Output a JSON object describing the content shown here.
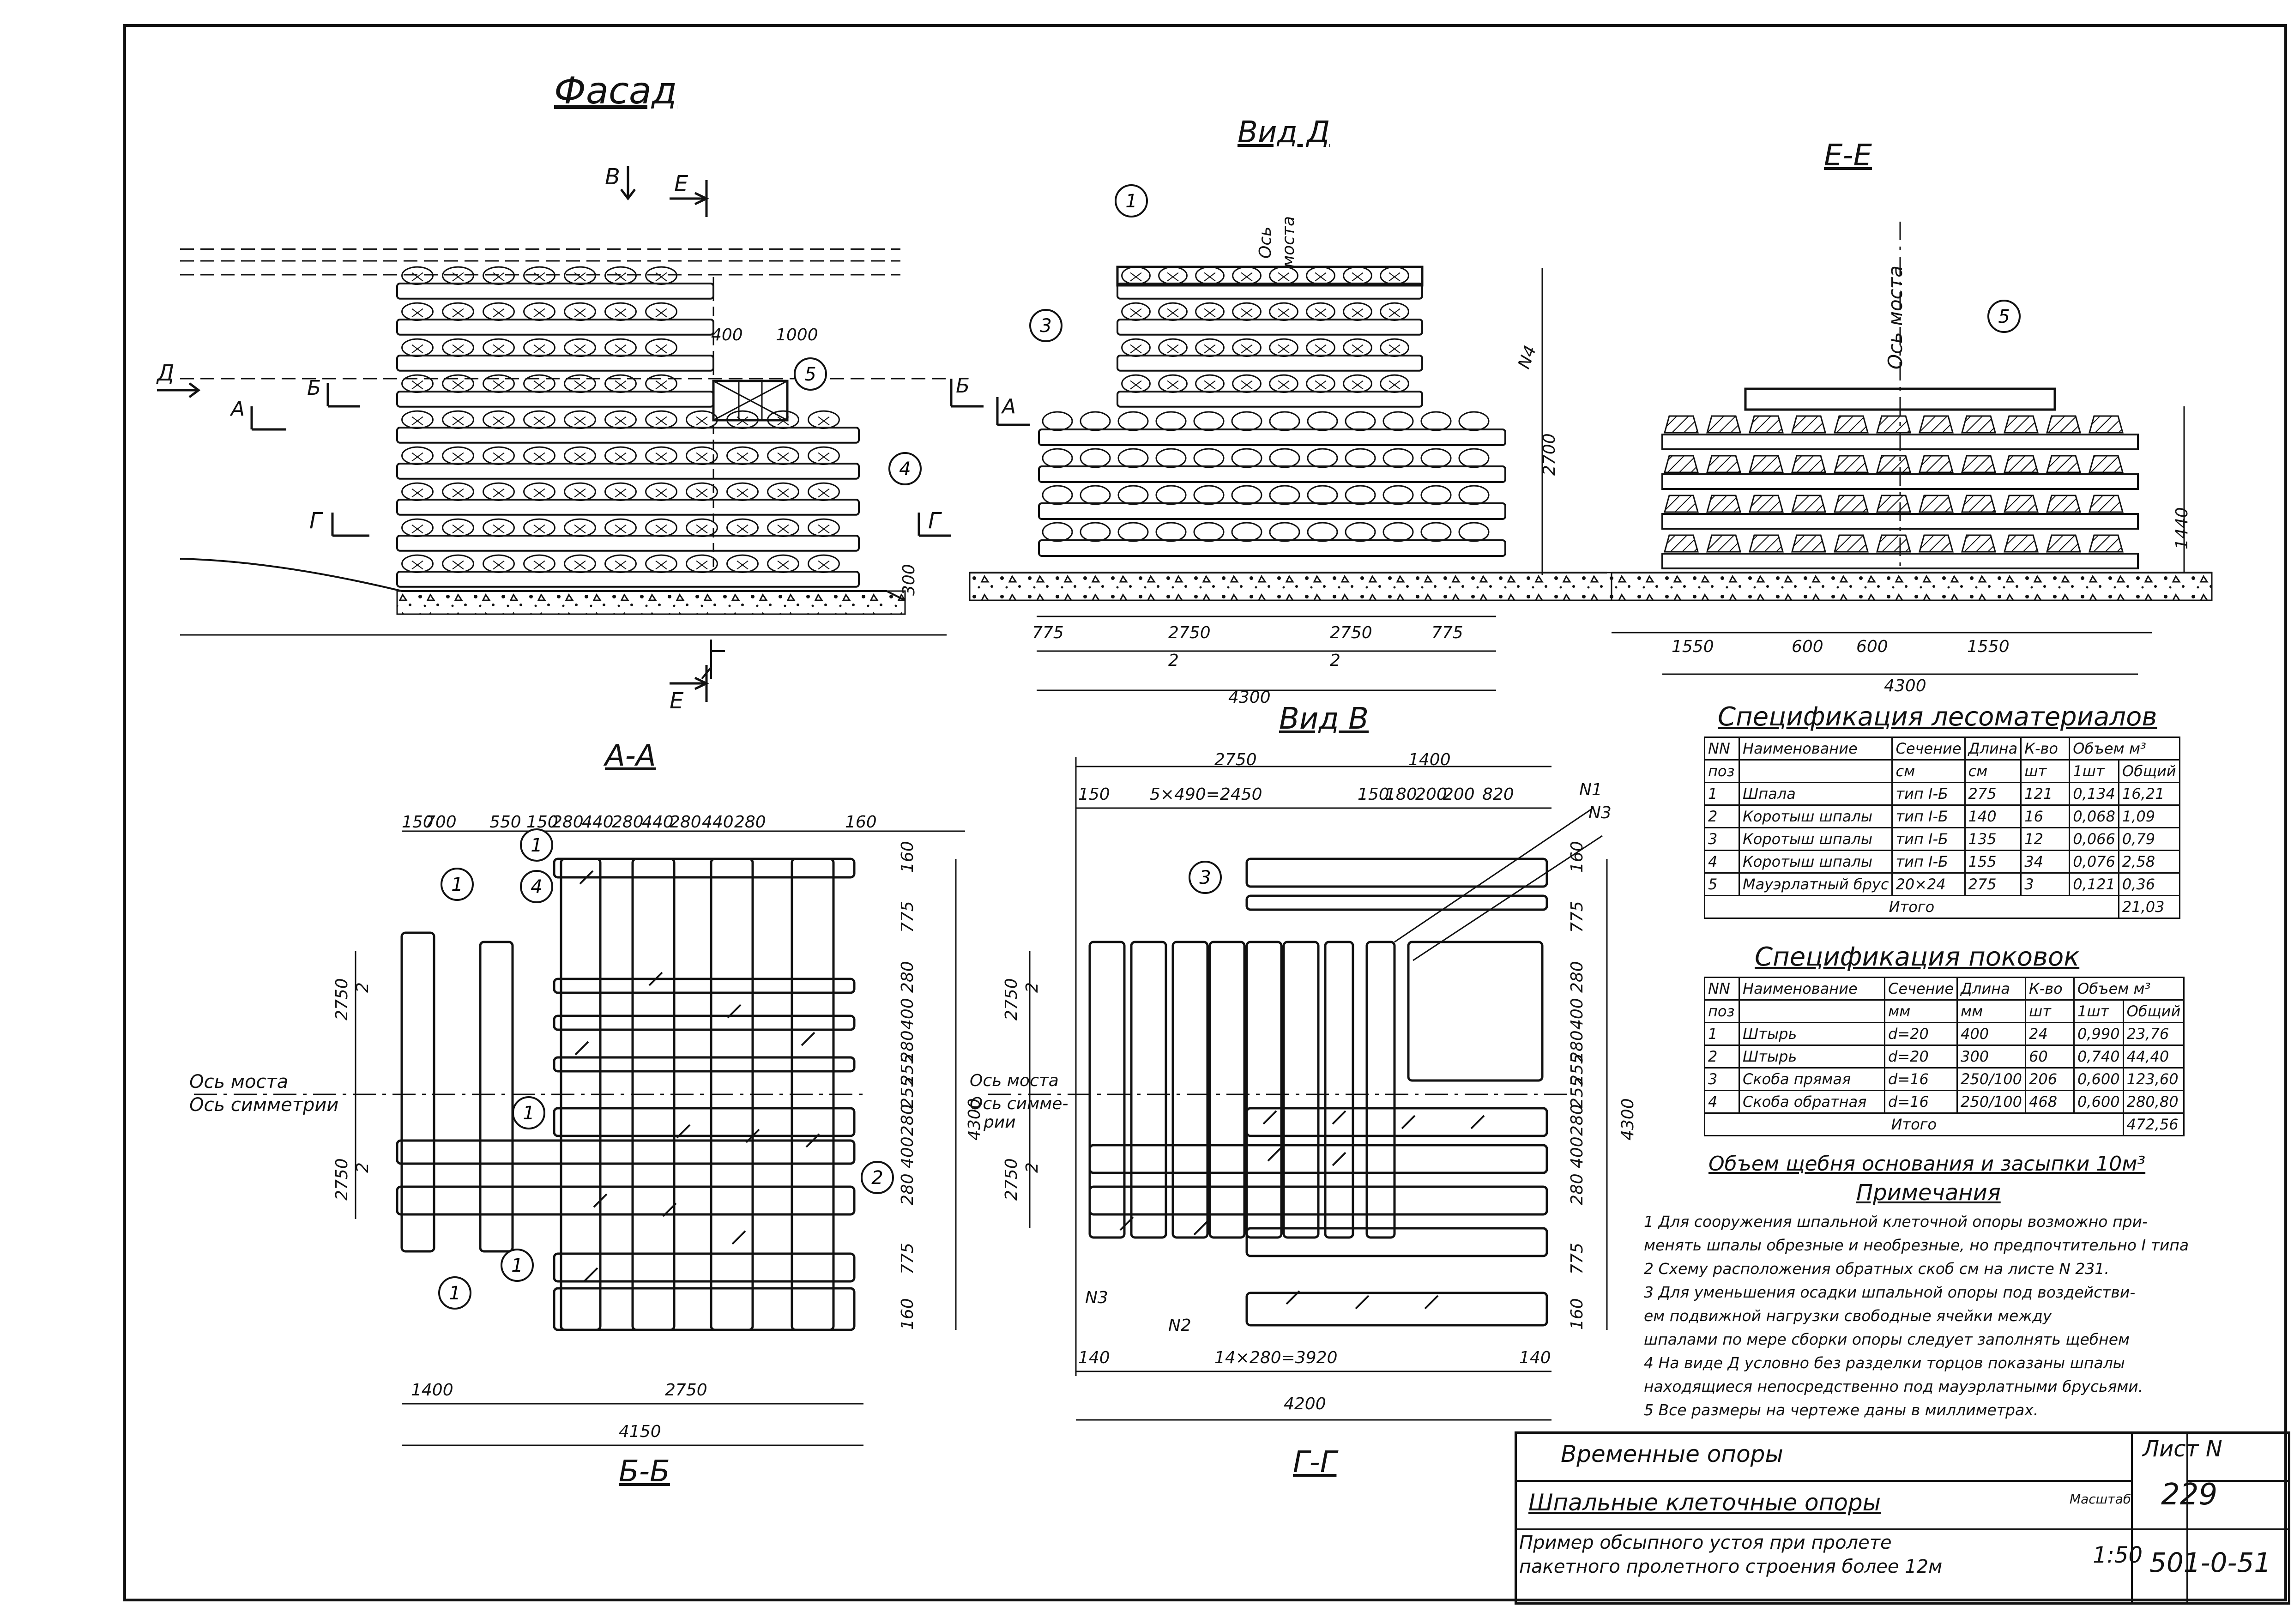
{
  "views": {
    "fasad": "Фасад",
    "vid_d": "Вид Д",
    "ee": "Е-Е",
    "aa": "А-А",
    "vid_v": "Вид В",
    "bb": "Б-Б",
    "gg": "Г-Г"
  },
  "section_marks": {
    "v": "В",
    "e": "Е",
    "d": "Д",
    "a": "А",
    "b": "Б",
    "g": "Г"
  },
  "axis_labels": {
    "os_mosta": "Ось моста",
    "os_simmetrii": "Ось симметрии",
    "os_simmetrii_split_1": "Ось симме-",
    "os_simmetrii_split_2": "рии",
    "os_mosta_vertical_1": "Ось",
    "os_mosta_vertical_2": "моста"
  },
  "positions": [
    "1",
    "2",
    "3",
    "4",
    "5"
  ],
  "position_notes": {
    "n1": "N1",
    "n2": "N2",
    "n3": "N3",
    "n4": "N4"
  },
  "dims": {
    "fasad": [
      "400",
      "1000",
      "300"
    ],
    "vid_d": [
      "775",
      "2750",
      "2750",
      "775",
      "2",
      "2",
      "4300",
      "2700"
    ],
    "ee": [
      "1550",
      "600",
      "600",
      "1550",
      "4300",
      "1440"
    ],
    "aa_top": [
      "150",
      "700",
      "550",
      "150",
      "280",
      "440",
      "280",
      "440",
      "280",
      "440",
      "280",
      "160"
    ],
    "aa_bottom": [
      "1400",
      "2750",
      "4150"
    ],
    "aa_left": [
      "2750",
      "2",
      "2750",
      "2"
    ],
    "aa_right": [
      "160",
      "775",
      "280",
      "400",
      "280",
      "255",
      "255",
      "280",
      "400",
      "280",
      "775",
      "160",
      "4300"
    ],
    "vv_top": [
      "2750",
      "1400",
      "150",
      "5×490=2450",
      "150",
      "180",
      "200",
      "200",
      "820"
    ],
    "vv_right": [
      "160",
      "775",
      "280",
      "400",
      "280",
      "255",
      "255",
      "280",
      "400",
      "280",
      "775",
      "160",
      "4300"
    ],
    "vv_bottom": [
      "140",
      "14×280=3920",
      "140",
      "4200"
    ],
    "vv_left": [
      "2750",
      "2",
      "2750",
      "2"
    ]
  },
  "spec_wood": {
    "title": "Спецификация лесоматериалов",
    "header1": [
      "NN",
      "Наименование",
      "Сечение",
      "Длина",
      "К-во",
      "Объем м³"
    ],
    "header2": [
      "поз",
      "см",
      "см",
      "шт",
      "1шт",
      "Общий"
    ],
    "rows": [
      [
        "1",
        "Шпала",
        "тип I-Б",
        "275",
        "121",
        "0,134",
        "16,21"
      ],
      [
        "2",
        "Коротыш шпалы",
        "тип I-Б",
        "140",
        "16",
        "0,068",
        "1,09"
      ],
      [
        "3",
        "Коротыш шпалы",
        "тип I-Б",
        "135",
        "12",
        "0,066",
        "0,79"
      ],
      [
        "4",
        "Коротыш шпалы",
        "тип I-Б",
        "155",
        "34",
        "0,076",
        "2,58"
      ],
      [
        "5",
        "Мауэрлатный брус",
        "20×24",
        "275",
        "3",
        "0,121",
        "0,36"
      ]
    ],
    "total_label": "Итого",
    "total_value": "21,03"
  },
  "spec_forg": {
    "title": "Спецификация поковок",
    "header1": [
      "NN",
      "Наименование",
      "Сечение",
      "Длина",
      "К-во",
      "Объем м³"
    ],
    "header2": [
      "поз",
      "мм",
      "мм",
      "шт",
      "1шт",
      "Общий"
    ],
    "rows": [
      [
        "1",
        "Штырь",
        "d=20",
        "400",
        "24",
        "0,990",
        "23,76"
      ],
      [
        "2",
        "Штырь",
        "d=20",
        "300",
        "60",
        "0,740",
        "44,40"
      ],
      [
        "3",
        "Скоба прямая",
        "d=16",
        "250/100",
        "206",
        "0,600",
        "123,60"
      ],
      [
        "4",
        "Скоба обратная",
        "d=16",
        "250/100",
        "468",
        "0,600",
        "280,80"
      ]
    ],
    "total_label": "Итого",
    "total_value": "472,56"
  },
  "ballast": "Объем щебня основания и засыпки 10м³",
  "notes_title": "Примечания",
  "notes": [
    "1 Для сооружения шпальной клеточной опоры возможно при-",
    "менять шпалы обрезные и необрезные, но предпочтительно I типа",
    "2 Схему расположения обратных скоб см на листе N 231.",
    "3 Для уменьшения осадки шпальной опоры под воздействи-",
    "ем подвижной нагрузки свободные ячейки между",
    "шпалами по мере сборки опоры следует заполнять щебнем",
    "4 На виде Д условно без разделки торцов показаны шпалы",
    "находящиеся непосредственно под мауэрлатными брусьями.",
    "5 Все размеры на чертеже даны в миллиметрах."
  ],
  "title_block": {
    "row1": "Временные опоры",
    "row2": "Шпальные клеточные опоры",
    "row3_line1": "Пример обсыпного устоя при пролете",
    "row3_line2": "пакетного пролетного строения более 12м",
    "sheet_label": "Лист N",
    "sheet_number": "229",
    "scale_label": "Масштаб",
    "scale_value": "1:50",
    "code": "501-0-51"
  }
}
